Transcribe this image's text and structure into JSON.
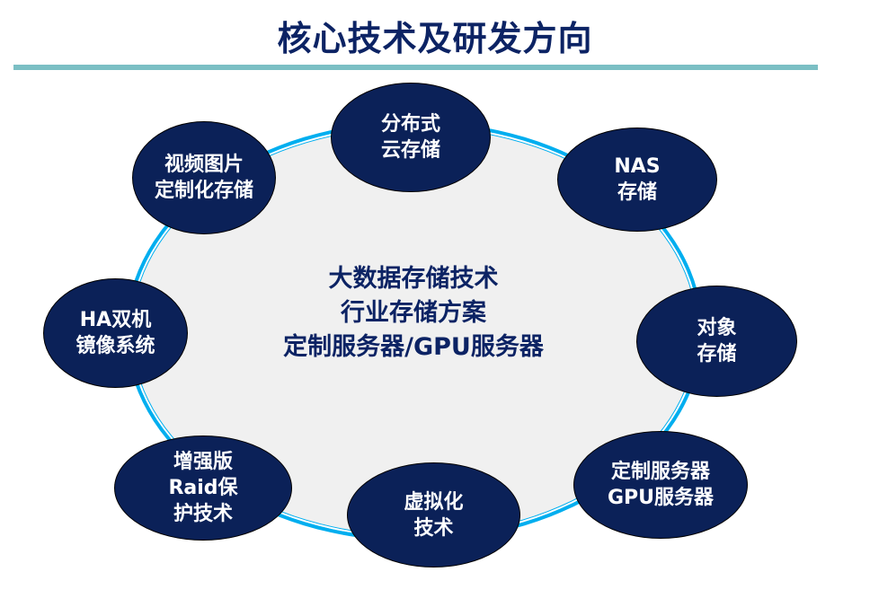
{
  "title": "核心技术及研发方向",
  "center": {
    "lines": [
      "大数据存储技术",
      "行业存储方案",
      "定制服务器/GPU服务器"
    ]
  },
  "nodes": [
    {
      "id": "distributed-cloud",
      "lines": [
        "分布式",
        "云存储"
      ]
    },
    {
      "id": "nas",
      "lines": [
        "NAS",
        "存储"
      ]
    },
    {
      "id": "video",
      "lines": [
        "视频图片",
        "定制化存储"
      ]
    },
    {
      "id": "ha",
      "lines": [
        "HA双机",
        "镜像系统"
      ]
    },
    {
      "id": "object",
      "lines": [
        "对象",
        "存储"
      ]
    },
    {
      "id": "raid",
      "lines": [
        "增强版",
        "Raid保",
        "护技术"
      ]
    },
    {
      "id": "virtual",
      "lines": [
        "虚拟化",
        "技术"
      ]
    },
    {
      "id": "server",
      "lines": [
        "定制服务器",
        "GPU服务器"
      ]
    }
  ]
}
